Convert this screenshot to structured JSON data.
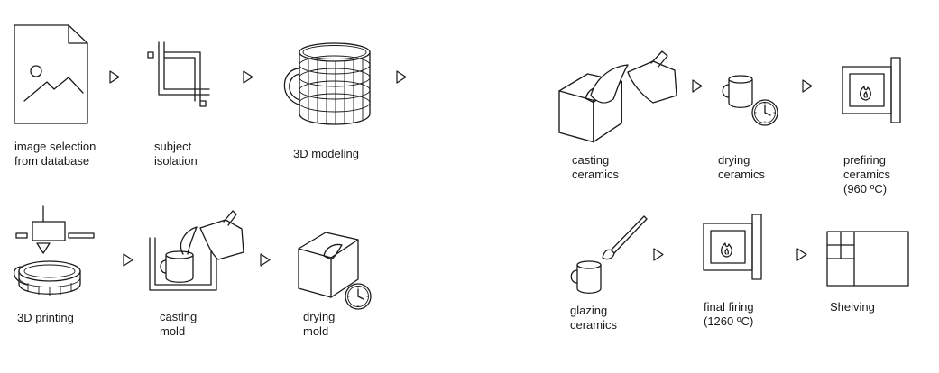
{
  "steps": {
    "image_selection": {
      "label": "image selection\nfrom database"
    },
    "subject_isolation": {
      "label": "subject\nisolation"
    },
    "modeling_3d": {
      "label": "3D modeling"
    },
    "printing_3d": {
      "label": "3D printing"
    },
    "casting_mold": {
      "label": "casting\nmold"
    },
    "drying_mold": {
      "label": "drying\nmold"
    },
    "casting_ceramics": {
      "label": "casting\nceramics"
    },
    "drying_ceramics": {
      "label": "drying\nceramics"
    },
    "prefiring_ceramics": {
      "label": "prefiring\nceramics\n(960 ºC)"
    },
    "glazing_ceramics": {
      "label": "glazing\nceramics"
    },
    "final_firing": {
      "label": "final firing\n(1260 ºC)"
    },
    "shelving": {
      "label": "Shelving"
    }
  },
  "icons": {
    "image_selection": "image-file-icon",
    "subject_isolation": "crop-icon",
    "modeling_3d": "wireframe-mug-icon",
    "printing_3d": "3d-printer-icon",
    "casting_mold": "pouring-mold-icon",
    "drying_mold": "mold-block-clock-icon",
    "casting_ceramics": "pouring-mold-block-icon",
    "drying_ceramics": "mug-clock-icon",
    "prefiring_ceramics": "kiln-icon",
    "glazing_ceramics": "mug-brush-icon",
    "final_firing": "kiln-icon",
    "shelving": "shelf-grid-icon"
  },
  "connector": "triangle-arrow-icon"
}
